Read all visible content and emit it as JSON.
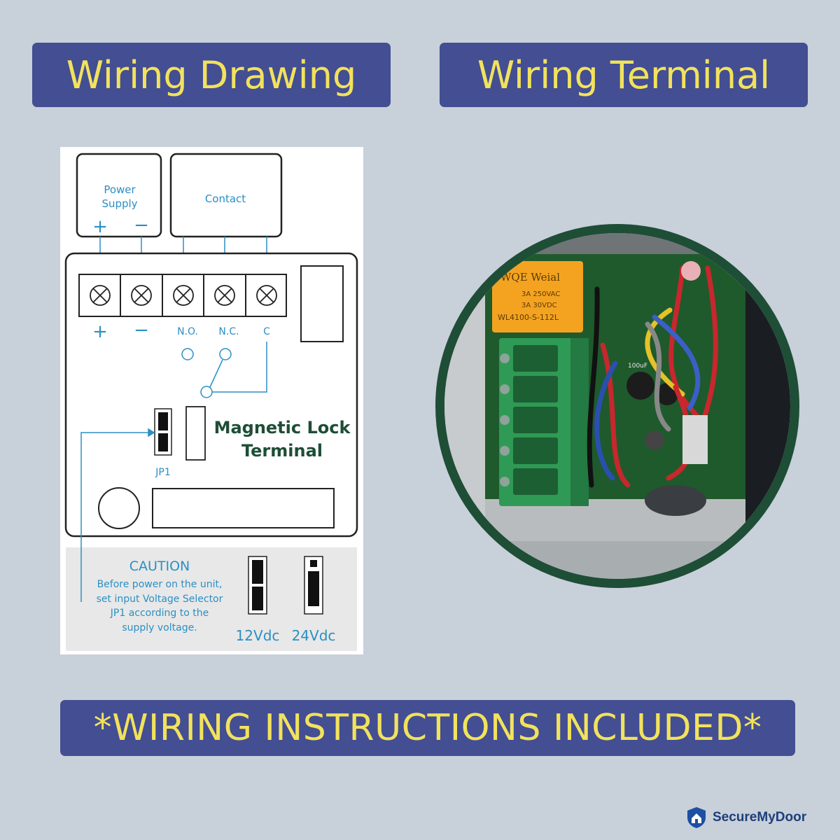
{
  "banners": {
    "left": "Wiring Drawing",
    "right": "Wiring Terminal",
    "bottom": "*WIRING INSTRUCTIONS INCLUDED*"
  },
  "diagram": {
    "power_supply": [
      "Power",
      "Supply"
    ],
    "contact": "Contact",
    "plus_sign": "+",
    "minus_sign": "−",
    "terminal_labels": [
      "+",
      "−",
      "N.O.",
      "N.C.",
      "C"
    ],
    "magnetic_lock": [
      "Magnetic Lock",
      "Terminal"
    ],
    "jp1": "JP1",
    "caution_title": "CAUTION",
    "caution_lines": [
      "Before power on the unit,",
      "set input Voltage Selector",
      "JP1 according to the",
      "supply voltage."
    ],
    "voltage_12": "12Vdc",
    "voltage_24": "24Vdc"
  },
  "photo": {
    "relay_brand": "WQE Weial",
    "relay_line1": "3A 250VAC",
    "relay_line2": "3A 30VDC",
    "relay_model": "WL4100-S-112L",
    "capacitor": "100uF"
  },
  "brand": {
    "name": "SecureMyDoor"
  },
  "colors": {
    "banner_bg": "#434e93",
    "banner_text": "#f2e25c",
    "diagram_blue": "#2b8fc4",
    "lock_green": "#1e4e36"
  }
}
